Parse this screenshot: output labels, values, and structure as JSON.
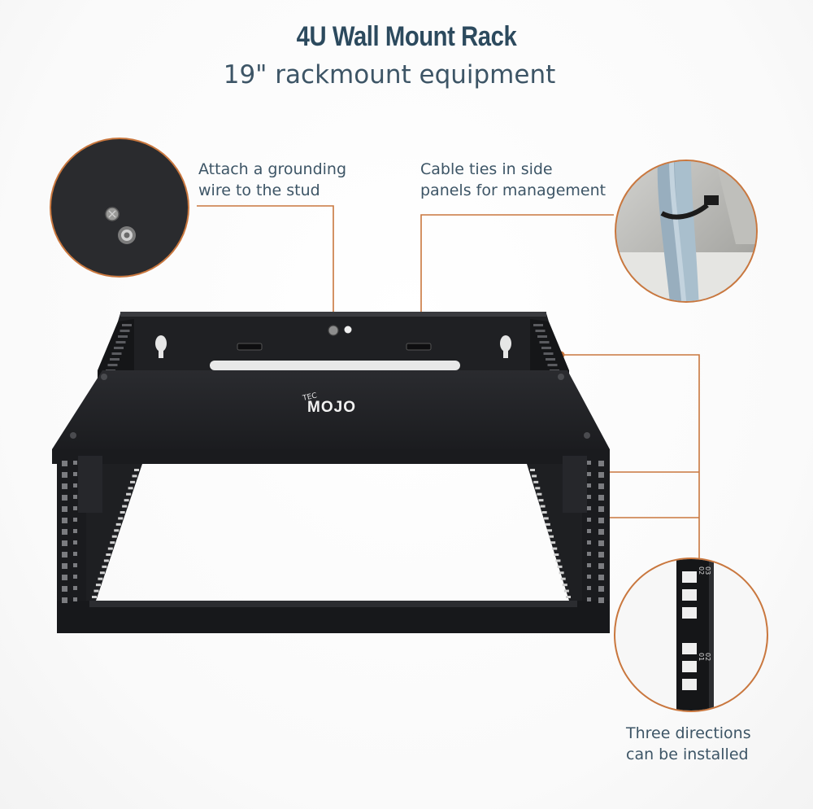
{
  "header": {
    "title": "4U Wall Mount Rack",
    "subtitle": "19\" rackmount equipment"
  },
  "callouts": {
    "grounding": "Attach a grounding\nwire to the stud",
    "cable_ties": "Cable ties in side\npanels for management",
    "directions": "Three directions\ncan be installed"
  },
  "logo": {
    "small": "TEC",
    "main": "MOJO"
  },
  "rail_numbers": {
    "top": "03",
    "top_second": "02",
    "bottom": "02",
    "bottom_second": "01"
  },
  "colors": {
    "accent": "#c9773e",
    "title": "#2c4a5e",
    "text": "#3d5566",
    "rack": "#1c1d20"
  },
  "icons": [
    "grounding-stud-icon",
    "cable-bundle-icon",
    "rail-detail-icon"
  ]
}
